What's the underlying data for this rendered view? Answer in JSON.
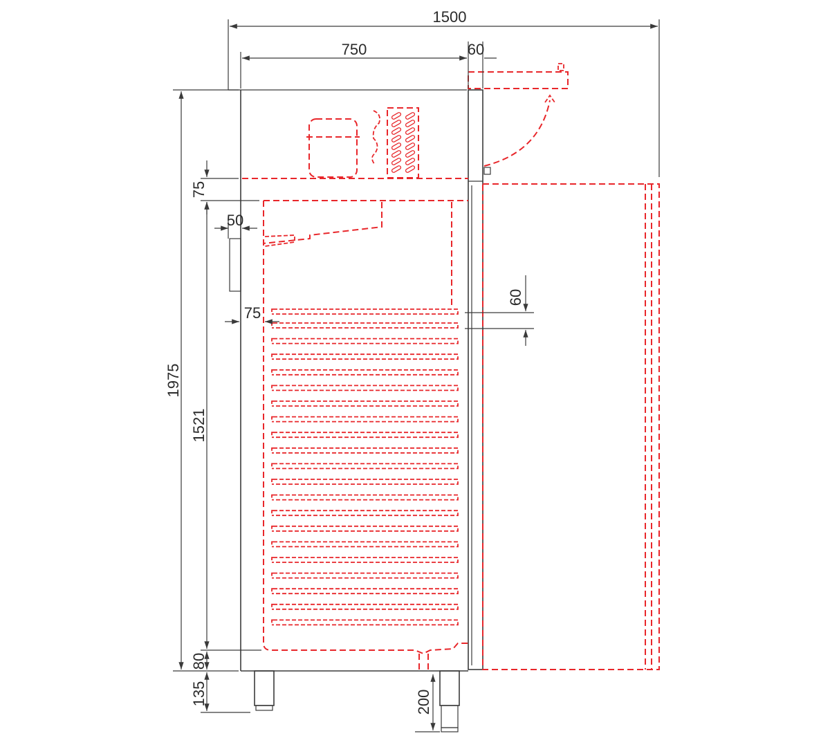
{
  "drawing": {
    "colors": {
      "outline": "#3a3a3a",
      "hidden_lines": "#e8262a"
    },
    "dimensions": {
      "total_width": "1500",
      "cabinet_width": "750",
      "door_thickness": "60",
      "total_height": "1975",
      "top_section": "75",
      "interior_height": "1521",
      "bottom_section": "80",
      "leg_height": "135",
      "handle_offset": "50",
      "shelf_offset": "75",
      "shelf_pitch": "60",
      "drain_height": "200"
    },
    "shelf_count": 21
  }
}
